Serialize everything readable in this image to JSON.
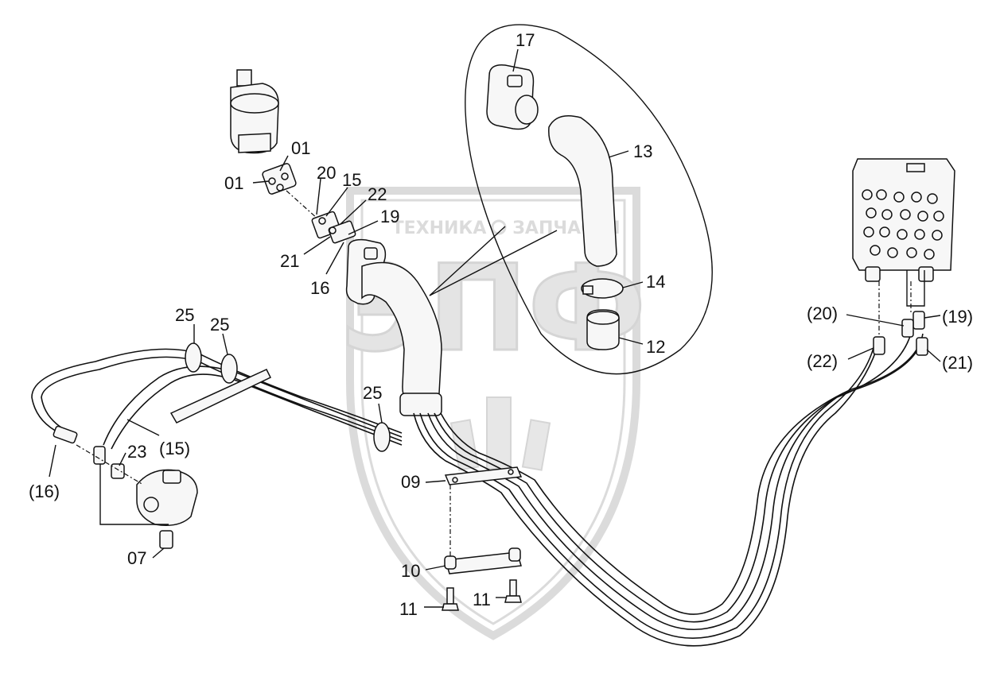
{
  "watermark": {
    "left_text": "ТЕХНИКА",
    "right_text": "ЗАПЧАСТИ",
    "big_text": "ЭПФ"
  },
  "labels": {
    "l01a": "01",
    "l01b": "01",
    "l20": "20",
    "l15": "15",
    "l22": "22",
    "l19": "19",
    "l21": "21",
    "l16": "16",
    "l17": "17",
    "l13": "13",
    "l14": "14",
    "l12": "12",
    "l25a": "25",
    "l25b": "25",
    "l25c": "25",
    "l23": "23",
    "lp15": "(15)",
    "lp16": "(16)",
    "l07": "07",
    "l09": "09",
    "l10": "10",
    "l11a": "11",
    "l11b": "11",
    "lp20": "(20)",
    "lp19": "(19)",
    "lp22": "(22)",
    "lp21": "(21)"
  },
  "colors": {
    "line": "#111111",
    "watermark": "#c8c8c8"
  }
}
